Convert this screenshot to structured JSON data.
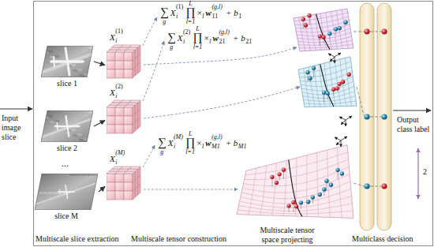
{
  "diagram": {
    "nodes": [
      {
        "text": [
          "slice 1"
        ]
      },
      {
        "text": [
          "slice 2"
        ]
      },
      {
        "text": [
          "slice M"
        ]
      },
      {
        "text": [
          "X",
          "i",
          "(1)"
        ]
      },
      {
        "text": [
          "X",
          "i",
          "(2)"
        ]
      },
      {
        "text": [
          "X",
          "i",
          "(M)"
        ]
      }
    ],
    "edges": [
      {
        "from": 0,
        "to": 3,
        "arrow": "to"
      },
      {
        "from": 1,
        "to": 4,
        "arrow": "to"
      },
      {
        "from": 2,
        "to": 5,
        "arrow": "to"
      }
    ],
    "labels": [
      "Input image slice",
      "...",
      "Multiscale slice extraction",
      "Multiscale tensor construction",
      "∑",
      "g",
      "X",
      "i",
      "(1)",
      "∏",
      "l=1",
      "L",
      "×",
      "l",
      "w",
      "11",
      "(g,l)",
      "+ b",
      "1",
      "∑",
      "g",
      "X",
      "i",
      "(2)",
      "∏",
      "l=1",
      "L",
      "×",
      "l",
      "w",
      "21",
      "(g,l)",
      "+ b",
      "21",
      "∑",
      "g",
      "X",
      "i",
      "(M)",
      "∏",
      "l=1",
      "L",
      "×",
      "l",
      "w",
      "M1",
      "(g,l)",
      "+ b",
      "M1",
      "Multiscale tensor space projecting",
      "Multiclass decision",
      "Output class label",
      "2"
    ]
  }
}
